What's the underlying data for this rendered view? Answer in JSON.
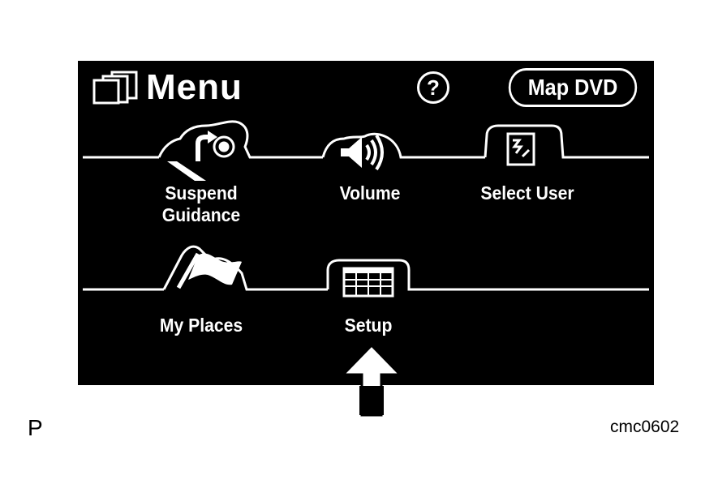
{
  "header": {
    "title": "Menu",
    "help_label": "?",
    "map_dvd_label": "Map DVD"
  },
  "menu_items": [
    {
      "label_line1": "Suspend",
      "label_line2": "Guidance",
      "icon": "route-icon"
    },
    {
      "label_line1": "Volume",
      "icon": "speaker-icon"
    },
    {
      "label_line1": "Select User",
      "icon": "user-card-icon"
    },
    {
      "label_line1": "My Places",
      "icon": "flag-icon"
    },
    {
      "label_line1": "Setup",
      "icon": "grid-icon"
    }
  ],
  "annotations": {
    "left_mark": "P",
    "figure_code": "cmc0602",
    "pointer_icon": "up-arrow-icon"
  },
  "colors": {
    "screen_bg": "#000000",
    "foreground": "#ffffff",
    "page_bg": "#ffffff"
  }
}
